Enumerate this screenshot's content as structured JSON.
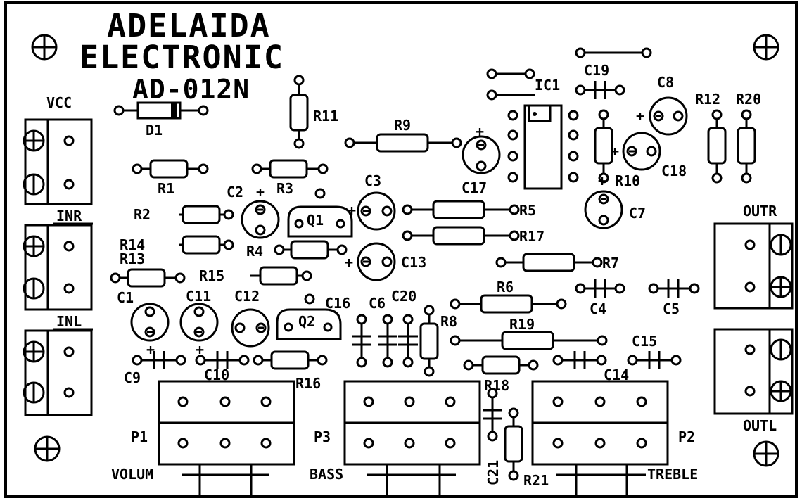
{
  "board": {
    "title_line1": "ADELAIDA",
    "title_line2": "ELECTRONIC",
    "model": "AD-012N"
  },
  "connectors": {
    "vcc": "VCC",
    "inr": "INR",
    "inl": "INL",
    "outr": "OUTR",
    "outl": "OUTL"
  },
  "pots": {
    "p1": "P1",
    "p3": "P3",
    "p2": "P2",
    "volume": "VOLUM",
    "bass": "BASS",
    "treble": "TREBLE"
  },
  "components": {
    "d1": "D1",
    "r1": "R1",
    "r2": "R2",
    "r3": "R3",
    "r4": "R4",
    "r5": "R5",
    "r6": "R6",
    "r7": "R7",
    "r8": "R8",
    "r9": "R9",
    "r10": "R10",
    "r11": "R11",
    "r12": "R12",
    "r13": "R13",
    "r14": "R14",
    "r15": "R15",
    "r16": "R16",
    "r17": "R17",
    "r18": "R18",
    "r19": "R19",
    "r20": "R20",
    "r21": "R21",
    "c1": "C1",
    "c2": "C2",
    "c3": "C3",
    "c4": "C4",
    "c5": "C5",
    "c6": "C6",
    "c7": "C7",
    "c8": "C8",
    "c9": "C9",
    "c10": "C10",
    "c11": "C11",
    "c12": "C12",
    "c13": "C13",
    "c14": "C14",
    "c15": "C15",
    "c16": "C16",
    "c17": "C17",
    "c18": "C18",
    "c19": "C19",
    "c20": "C20",
    "c21": "C21",
    "q1": "Q1",
    "q2": "Q2",
    "ic1": "IC1"
  }
}
